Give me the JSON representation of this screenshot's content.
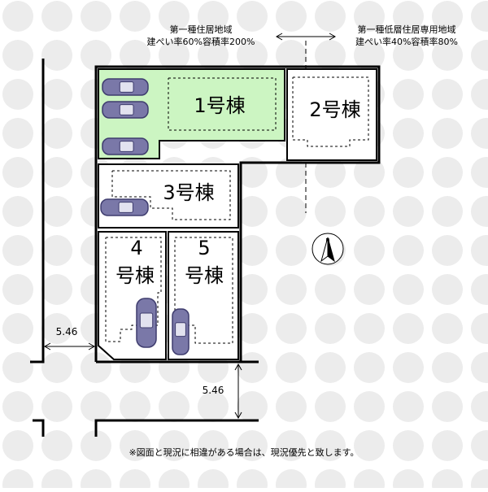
{
  "zoning": {
    "left_line1": "第一種住居地域",
    "left_line2": "建ぺい率60%容積率200%",
    "right_line1": "第一種低層住居専用地域",
    "right_line2": "建ぺい率40%容積率80%"
  },
  "lots": {
    "lot1": "1号棟",
    "lot2": "2号棟",
    "lot3": "3号棟",
    "lot4_num": "4",
    "lot4_suffix": "号棟",
    "lot5_num": "5",
    "lot5_suffix": "号棟"
  },
  "road": {
    "width_left": "5.46",
    "width_bottom": "5.46"
  },
  "compass": {
    "north_label": "N"
  },
  "footnote": "※図面と現況に相違がある場合は、現況優先と致します。",
  "colors": {
    "lot1_fill": "#ccf5c2",
    "car_body": "#7a78a8",
    "car_dark": "#3e3c6e",
    "car_glass": "#e2e2ef",
    "line": "#000000",
    "watermark": "#ececec"
  }
}
